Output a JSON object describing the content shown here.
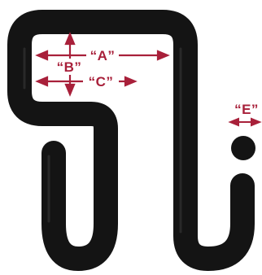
{
  "diagram": {
    "labels": {
      "a": "“A”",
      "b": "“B”",
      "c": "“C”",
      "e": "“E”"
    },
    "colors": {
      "hook": "#141414",
      "hook_highlight": "#3a3a3a",
      "dimension": "#a8203a",
      "background": "#ffffff"
    }
  }
}
